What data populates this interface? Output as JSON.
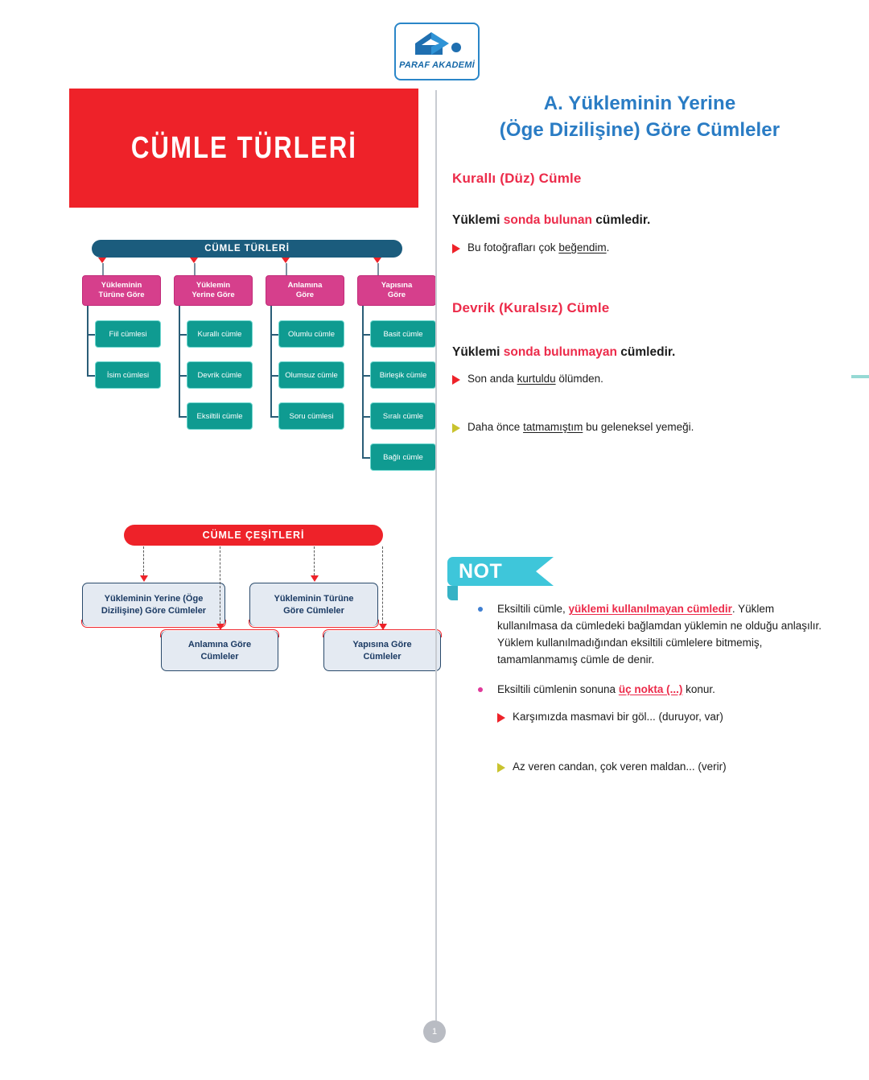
{
  "logo": {
    "word": "PARAF AKADEMİ",
    "mark": "paraf-arrow-mark"
  },
  "banner": {
    "title": "CÜMLE TÜRLERİ"
  },
  "diagram1": {
    "header": "CÜMLE TÜRLERİ",
    "columns": [
      {
        "category_line1": "Yükleminin",
        "category_line2": "Türüne Göre",
        "leaves": [
          "Fiil cümlesi",
          "İsim cümlesi"
        ]
      },
      {
        "category_line1": "Yüklemin",
        "category_line2": "Yerine Göre",
        "leaves": [
          "Kurallı cümle",
          "Devrik cümle",
          "Eksiltili cümle"
        ]
      },
      {
        "category_line1": "Anlamına",
        "category_line2": "Göre",
        "leaves": [
          "Olumlu cümle",
          "Olumsuz cümle",
          "Soru cümlesi"
        ]
      },
      {
        "category_line1": "Yapısına",
        "category_line2": "Göre",
        "leaves": [
          "Basit cümle",
          "Birleşik cümle",
          "Sıralı cümle",
          "Bağlı cümle"
        ]
      }
    ]
  },
  "diagram2": {
    "header": "CÜMLE ÇEŞİTLERİ",
    "boxes": [
      {
        "line1": "Yükleminin Yerine (Öge",
        "line2": "Dizilişine) Göre Cümleler"
      },
      {
        "line1": "Anlamına Göre",
        "line2": "Cümleler"
      },
      {
        "line1": "Yükleminin Türüne",
        "line2": "Göre Cümleler"
      },
      {
        "line1": "Yapısına Göre",
        "line2": "Cümleler"
      }
    ]
  },
  "right": {
    "heading_line1": "A. Yükleminin Yerine",
    "heading_line2": "(Öge Dizilişine) Göre Cümleler",
    "section1": {
      "title": "Kurallı (Düz) Cümle",
      "def_pre": "Yüklemi ",
      "def_hl": "sonda bulunan",
      "def_post": " cümledir.",
      "example_pre": "Bu fotoğrafları çok ",
      "example_u": "beğendim",
      "example_post": "."
    },
    "section2": {
      "title": "Devrik (Kuralsız) Cümle",
      "def_pre": "Yüklemi ",
      "def_hl": "sonda bulunmayan",
      "def_post": " cümledir.",
      "example1_pre": "Son anda ",
      "example1_u": "kurtuldu",
      "example1_post": " ölümden.",
      "example2_pre": "Daha önce ",
      "example2_u": "tatmamıştım",
      "example2_post": " bu geleneksel yemeği."
    }
  },
  "note": {
    "label": "NOT",
    "item1_pre": "Eksiltili cümle, ",
    "item1_hl": "yüklemi kullanılmayan cümledir",
    "item1_post": ". Yüklem kullanılmasa da cümledeki bağlamdan yüklemin ne olduğu anlaşılır. Yüklem kullanılmadığından eksiltili cümlelere bitmemiş, tamamlanmamış cümle de denir.",
    "item2_pre": "Eksiltili cümlenin sonuna ",
    "item2_hl": "üç nokta (...)",
    "item2_post": " konur.",
    "example1": "Karşımızda masmavi bir göl... (duruyor, var)",
    "example2": "Az veren candan, çok veren maldan... (verir)"
  },
  "footer": {
    "page_number": "1"
  },
  "colors": {
    "red": "#ee2229",
    "crimson": "#ec2b4a",
    "blue_heading": "#2a7cc4",
    "navy": "#1b5c7d",
    "pink": "#d63f8c",
    "teal": "#0f9b91",
    "cyan": "#3ec6da",
    "grey_box": "#e4eaf2"
  }
}
